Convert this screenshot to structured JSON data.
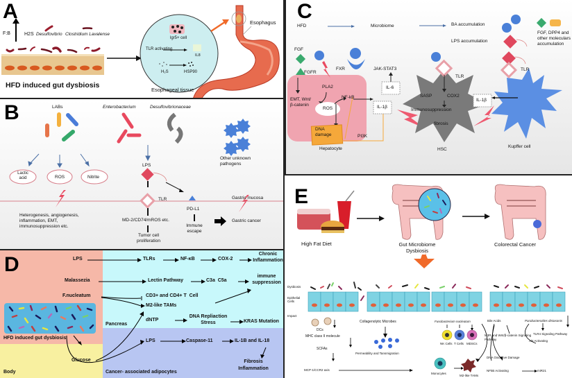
{
  "panels": {
    "A": {
      "letter": "A",
      "fb_label": "F:B",
      "h2s_label": "H2S",
      "bacteria": [
        "Desulfovibrio",
        "Clostridium Lavalense"
      ],
      "gut_caption": "HFD induced gut dysbiosis",
      "inset": {
        "cell_label": "lgr5+ cell",
        "tlr_label": "TLR activating",
        "il8_label": "IL8",
        "h2s_label": "H₂S",
        "hsp_label": "HSP90",
        "caption": "Esophageal tissue"
      },
      "esophagus_label": "Esophagus"
    },
    "B": {
      "letter": "B",
      "labs_label": "LABs",
      "entero_label": "Enterobacterium",
      "desulfo_label": "Desulfovibrionaceae",
      "products": [
        "Lactic acid",
        "ROS",
        "Nitrite"
      ],
      "lps_label": "LPS",
      "pathogens_label": "Other unknown pathogens",
      "tlr_label": "TLR",
      "mucosa_label": "Gastric mucosa",
      "pdl1_label": "PD-L1",
      "effects_text": "Heterogenesis, angiogenesis, inflammation, EMT, immunosuppression etc.",
      "md2_label": "MD-2/CD74/mROS etc.",
      "tumor_label": "Tumor cell proliferation",
      "immune_label": "Immune escape",
      "cancer_label": "Gastric cancer"
    },
    "C": {
      "letter": "C",
      "hfd_label": "HFD",
      "microbiome_label": "Microbiome",
      "ba_label": "BA accumulation",
      "lps_label": "LPS accumulation",
      "fgf_dpp4_label": "FGF, DPP4 and other moleculars accumulation",
      "fgf_label": "FGF",
      "fgfr_label": "FGFR",
      "fxr_label": "FXR",
      "pla2_label": "PLA2",
      "emt_label": "EMT, Wnt/β-catenin",
      "ros_label": "ROS",
      "nfkb_label": "NF-kΒ",
      "dna_label": "DNA damage",
      "pi3k_label": "PI3K",
      "hepatocyte_label": "Hepatocyte",
      "jak_label": "JAK-STAT3",
      "il6_label": "IL-6",
      "il1b_label": "IL-1β",
      "tlr_label": "TLR",
      "sasp_label": "SASP",
      "cox2_label": "COX2",
      "immuno_label": "Immunosuppression",
      "fibrosis_label": "fibrosis",
      "hsc_label": "HSC",
      "il1b_k_label": "IL-1β",
      "tlr_k_label": "TLR",
      "kupffer_label": "Kupffer cell"
    },
    "D": {
      "letter": "D",
      "rows": [
        {
          "source": "LPS",
          "chain": [
            "TLRs",
            "NF-κB",
            "COX-2"
          ],
          "outcome": "Chronic Inflammation"
        },
        {
          "source": "Malassezia",
          "chain": [
            "Lectin Pathway",
            "C3a  C5a"
          ],
          "outcome": "immune suppression"
        }
      ],
      "fnuc_label": "F.nucleatum",
      "cd_label": "CD3+ and CD4+ T  Cell",
      "m2_label": "M2-like TAMs",
      "pancreas_label": "Pancreas",
      "dntp_label": "dNTP",
      "dna_stress_label": "DNA Repliaction Stress",
      "kras_label": "KRAS Mutation",
      "lps2_label": "LPS",
      "casp_label": "Caspase-11",
      "il_label": "IL-1B and IL-18",
      "fibrosis_label": "Fibrosis Inflammation",
      "gut_label": "HFD induced gut dysbiosis",
      "glucose_label": "Glucose",
      "body_label": "Body",
      "adipocytes_label": "Cancer- associated adipocytes"
    },
    "E": {
      "letter": "E",
      "stages": [
        "High Fat Diet",
        "Gut Microbiome Dysbiosis",
        "Colorectal Cancer"
      ],
      "row_labels": [
        "Dysbiosis",
        "Epithelial Cells",
        "Impact"
      ],
      "dcs_label": "DCs",
      "mhc_label": "MHC class II molecule",
      "scfa_label": "SCFAs",
      "mcp_label": "MCP-1/CCR2 axis",
      "collagen_label": "Collagenolytic Microbes",
      "perm_label": "Permeability and Tansmigration",
      "fuso_label": "Fusobacterium nucleatum",
      "nk_label": "NK Cells",
      "t_label": "T Cells",
      "mdsc_label": "MDSCs",
      "mono_label": "Monocytes",
      "m2_label": "M2-like TAMs",
      "bile_label": "Bile Acids",
      "m3r_label": "M3R and Wnt/β-catenin Signaling Pathway",
      "dna_ox_label": "DNA Oxidative Damage",
      "nfkb_label": "NFkB Activating",
      "mir_label": "miR21",
      "para_label": "Parabacteroides distasonis",
      "tlr4_label": "TLR4 Signaling Pathway",
      "akt_label": "Akt Activating"
    }
  },
  "colors": {
    "tissue_pink": "#f4b6b0",
    "salmon": "#f6b8a8",
    "cyan": "#c8f8fb",
    "lavender": "#b8c6f2",
    "body_yellow": "#f8f0a0",
    "hepatocyte": "#f0a4b0",
    "kupffer_blue": "#5b8fe3",
    "hsc_gray": "#7a7a7a",
    "lps_red": "#e44a5f",
    "fgf_green": "#3aaa6e",
    "dpp4_orange": "#f5b54a",
    "epithelium": "#7fd3e3"
  }
}
